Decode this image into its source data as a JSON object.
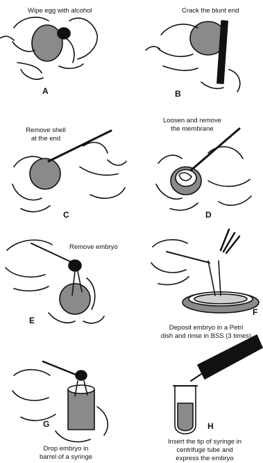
{
  "panels": {
    "A": {
      "letter": "A",
      "caption": "Wipe egg with alcohol"
    },
    "B": {
      "letter": "B",
      "caption": "Crack the blunt end"
    },
    "C": {
      "letter": "C",
      "caption_line1": "Remove shell",
      "caption_line2": "at the end"
    },
    "D": {
      "letter": "D",
      "caption_line1": "Loosen and remove",
      "caption_line2": "the membrane"
    },
    "E": {
      "letter": "E",
      "caption": "Remove embryo"
    },
    "F": {
      "letter": "F",
      "caption_line1": "Deposit embryo in a Petri",
      "caption_line2": "dish and rinse in BSS (3 times)"
    },
    "G": {
      "letter": "G",
      "caption_line1": "Drop embryo in",
      "caption_line2": "barrel of a syringe"
    },
    "H": {
      "letter": "H",
      "caption_line1": "Insert the tip of syringe in",
      "caption_line2": "centrifuge tube and",
      "caption_line3": "express the embryo"
    }
  }
}
